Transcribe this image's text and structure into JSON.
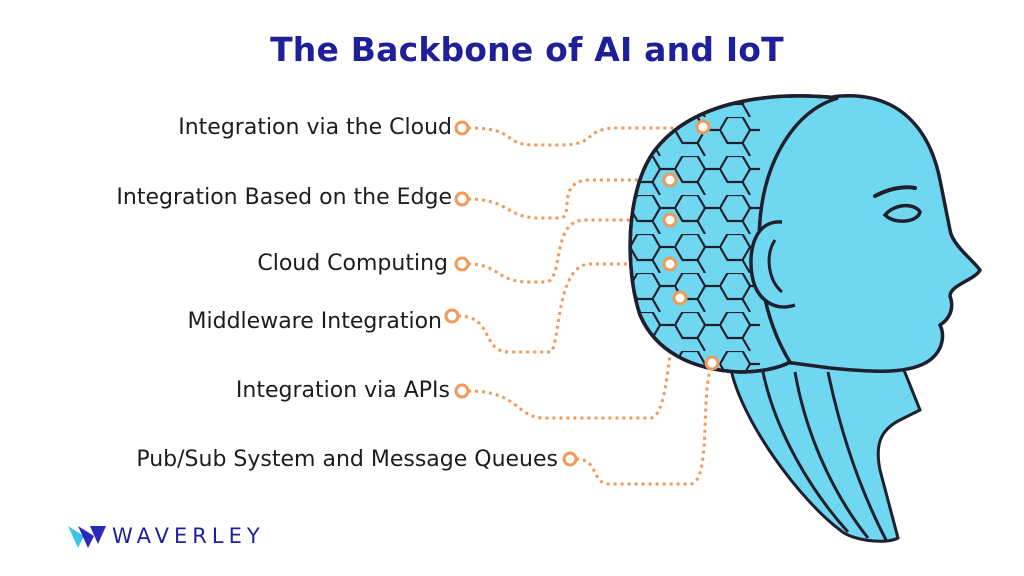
{
  "title": "The Backbone of AI and IoT",
  "items": [
    "Integration via the Cloud",
    "Integration Based on the Edge",
    "Cloud Computing",
    "Middleware Integration",
    "Integration via APIs",
    "Pub/Sub System and Message Queues"
  ],
  "brand": {
    "name": "WAVERLEY"
  },
  "colors": {
    "title": "#1f1f9a",
    "connector": "#ee9a5a",
    "head_fill": "#6fd8f0",
    "outline": "#1f1f2e",
    "logo_blue": "#2a2ab8",
    "logo_cyan": "#3ec6e8"
  },
  "icons": [
    "brain-hexagon-mesh-icon",
    "human-head-profile-icon",
    "waverley-logo-icon"
  ]
}
